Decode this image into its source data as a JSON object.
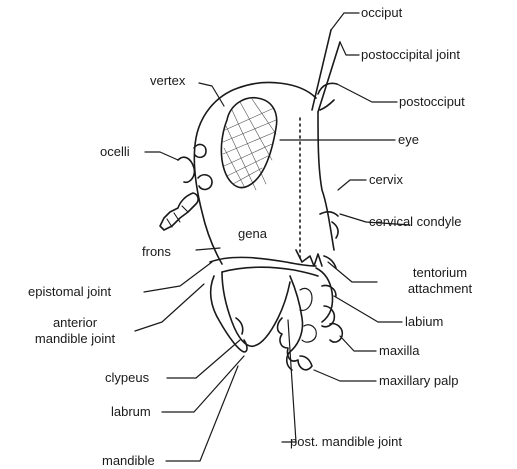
{
  "labels": {
    "occiput": "occiput",
    "postoccipital_joint": "postoccipital joint",
    "postocciput": "postocciput",
    "vertex": "vertex",
    "ocelli": "ocelli",
    "eye": "eye",
    "cervix": "cervix",
    "cervical_condyle": "cervical condyle",
    "gena": "gena",
    "frons": "frons",
    "epistomal_joint": "epistomal joint",
    "tentorium_line1": "tentorium",
    "tentorium_line2": "attachment",
    "anterior_line1": "anterior",
    "anterior_line2": "mandible joint",
    "labium": "labium",
    "clypeus": "clypeus",
    "maxilla": "maxilla",
    "maxillary_palp": "maxillary palp",
    "labrum": "labrum",
    "post_mandible_joint": "post. mandible joint",
    "mandible": "mandible"
  },
  "colors": {
    "ink": "#1a1a1a",
    "paper": "#ffffff"
  }
}
